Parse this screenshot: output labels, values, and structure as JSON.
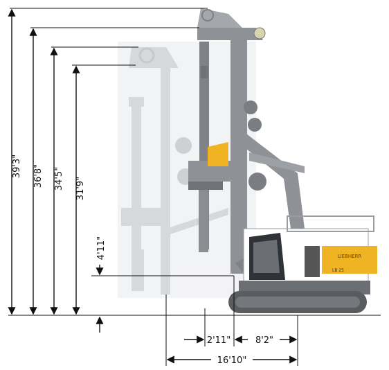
{
  "dimensions": {
    "vertical": [
      {
        "label": "39'3\""
      },
      {
        "label": "36'8\""
      },
      {
        "label": "34'5\""
      },
      {
        "label": "31'9\""
      },
      {
        "label": "4'11\""
      }
    ],
    "horizontal": [
      {
        "label": "2'11\""
      },
      {
        "label": "8'2\""
      },
      {
        "label": "16'10\""
      }
    ]
  },
  "machine": {
    "brand_text": "LIEBHERR",
    "model_text": "LB 25"
  },
  "colors": {
    "line": "#111111",
    "mast": "#8e9196",
    "mast_ghost": "#c9cbce",
    "accent": "#f0b323",
    "track": "#5a5c60",
    "cab": "#ffffff"
  }
}
